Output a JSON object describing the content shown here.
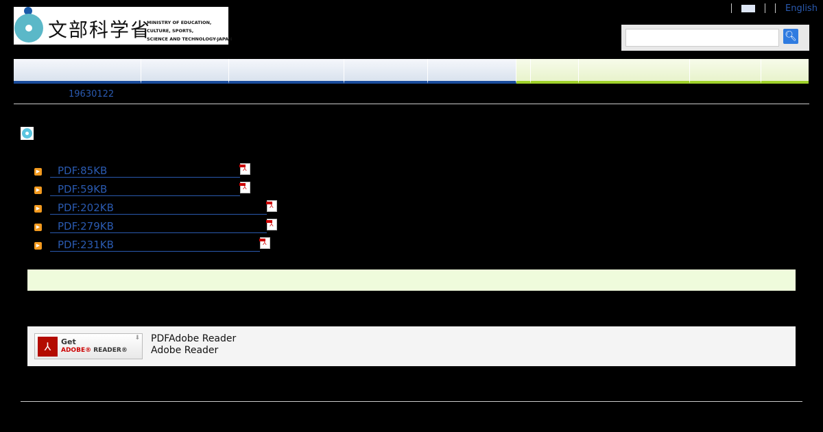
{
  "header": {
    "logo_jp": "文部科学省",
    "logo_en": "MINISTRY OF EDUCATION,\nCULTURE, SPORTS,\nSCIENCE AND TECHNOLOGY-JAPAN",
    "english_link": "English",
    "search_placeholder": "",
    "search_icon": "search-icon"
  },
  "date": "19630122",
  "links": [
    {
      "label": "PDF:85KB"
    },
    {
      "label": "PDF:59KB"
    },
    {
      "label": "PDF:202KB"
    },
    {
      "label": "PDF:279KB"
    },
    {
      "label": "PDF:231KB"
    }
  ],
  "reader": {
    "get": "Get",
    "adobe": "ADOBE®",
    "reader": " READER®",
    "line1": "PDFAdobe Reader",
    "line2": "Adobe Reader"
  },
  "colors": {
    "link": "#2a5ab0",
    "nav_blue": "#1a4c9c",
    "nav_green": "#9fd12a"
  }
}
